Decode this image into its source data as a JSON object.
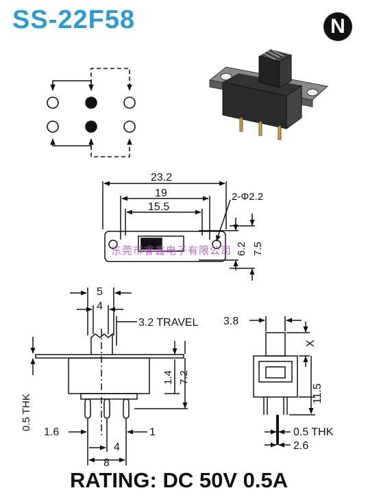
{
  "title": "SS-22F58",
  "logo_letter": "N",
  "rating": "RATING: DC 50V 0.5A",
  "watermark": "东莞市睿鑫电子有限公司",
  "top_view": {
    "dim_overall": "23.2",
    "dim_holes": "19",
    "dim_slot": "15.5",
    "dim_hole_dia": "2-Φ2.2",
    "dim_height_a": "6.2",
    "dim_height_b": "7.5"
  },
  "front_view": {
    "dim_actuator": "5",
    "dim_actuator_inner": "4",
    "dim_travel": "3.2 TRAVEL",
    "dim_thk": "0.5 THK",
    "dim_body_a": "1.4",
    "dim_body_b": "7.2",
    "dim_pin_left": "1.6",
    "dim_pin_right": "1",
    "dim_pin_pitch": "4",
    "dim_pin_span": "8"
  },
  "side_view": {
    "dim_width": "3.8",
    "dim_x": "X",
    "dim_height": "11.5",
    "dim_thk": "0.5 THK",
    "dim_pin": "2.6"
  }
}
